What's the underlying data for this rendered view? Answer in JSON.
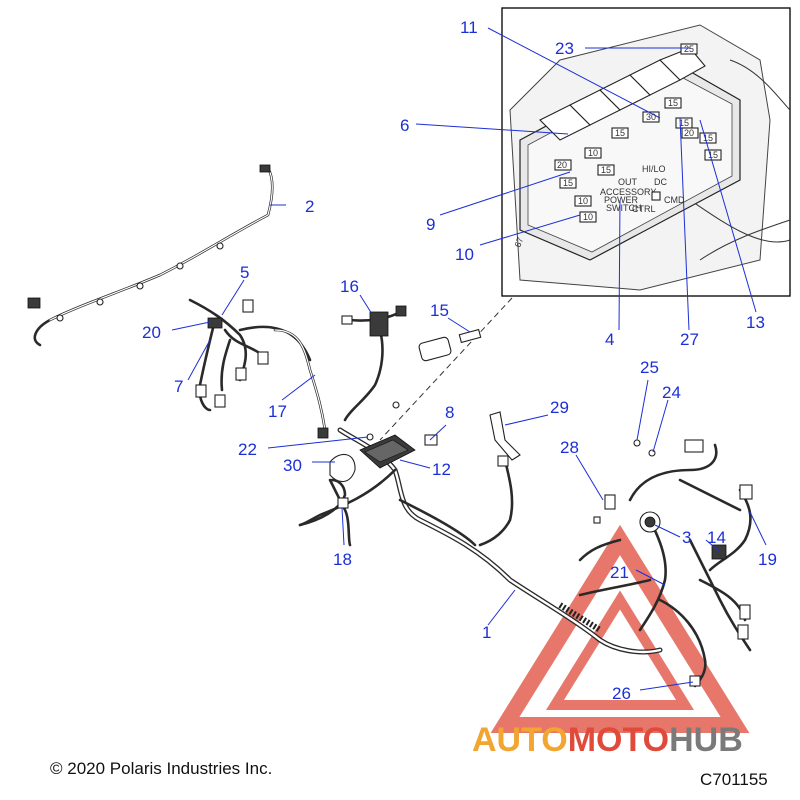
{
  "callouts": {
    "c1": "1",
    "c2": "2",
    "c3": "3",
    "c4": "4",
    "c5": "5",
    "c6": "6",
    "c7": "7",
    "c8": "8",
    "c9": "9",
    "c10": "10",
    "c11": "11",
    "c12": "12",
    "c13": "13",
    "c14": "14",
    "c15": "15",
    "c16": "16",
    "c17": "17",
    "c18": "18",
    "c19": "19",
    "c20": "20",
    "c21": "21",
    "c22": "22",
    "c23": "23",
    "c24": "24",
    "c25": "25",
    "c26": "26",
    "c27": "27",
    "c28": "28",
    "c29": "29",
    "c30": "30"
  },
  "inset": {
    "fuse_labels": [
      "20",
      "15",
      "10",
      "10",
      "10",
      "15",
      "15",
      "30",
      "15",
      "15",
      "20",
      "25",
      "15",
      "15"
    ],
    "panel_text": [
      "OUT",
      "HI/LO",
      "ACCESSORY",
      "POWER",
      "SWITCH",
      "DC",
      "CTRL",
      "CMD"
    ],
    "side_mark": "67"
  },
  "footer": {
    "copyright": "© 2020 Polaris Industries Inc.",
    "code": "C701155"
  },
  "watermark": {
    "word_part1": "AUTO",
    "word_part2": "MOTO",
    "word_part3": "HUB"
  },
  "colors": {
    "callout": "#1c2fd6",
    "watermark_red": "#e04a3a",
    "watermark_orange": "#f2a531",
    "watermark_gray": "#7a7a7a"
  }
}
